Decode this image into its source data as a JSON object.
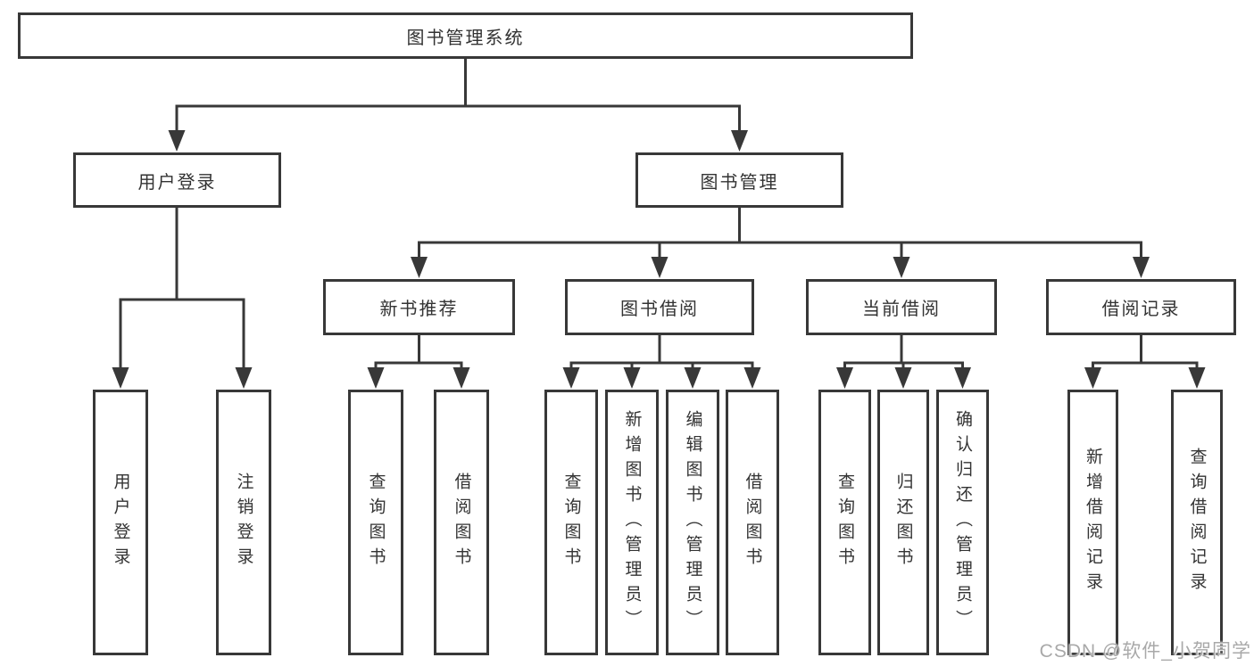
{
  "diagram": {
    "root": "图书管理系统",
    "level2": [
      {
        "label": "用户登录",
        "children": [
          "用户登录",
          "注销登录"
        ]
      },
      {
        "label": "图书管理",
        "children": [
          {
            "label": "新书推荐",
            "children": [
              "查询图书",
              "借阅图书"
            ]
          },
          {
            "label": "图书借阅",
            "children": [
              "查询图书",
              "新增图书（管理员）",
              "编辑图书（管理员）",
              "借阅图书"
            ]
          },
          {
            "label": "当前借阅",
            "children": [
              "查询图书",
              "归还图书",
              "确认归还（管理员）"
            ]
          },
          {
            "label": "借阅记录",
            "children": [
              "新增借阅记录",
              "查询借阅记录"
            ]
          }
        ]
      }
    ]
  },
  "watermark": "CSDN @软件_小贺同学",
  "colors": {
    "line": "#383838",
    "text": "#333333",
    "box_background": "#ffffff",
    "watermark": "#a9a9a9"
  }
}
